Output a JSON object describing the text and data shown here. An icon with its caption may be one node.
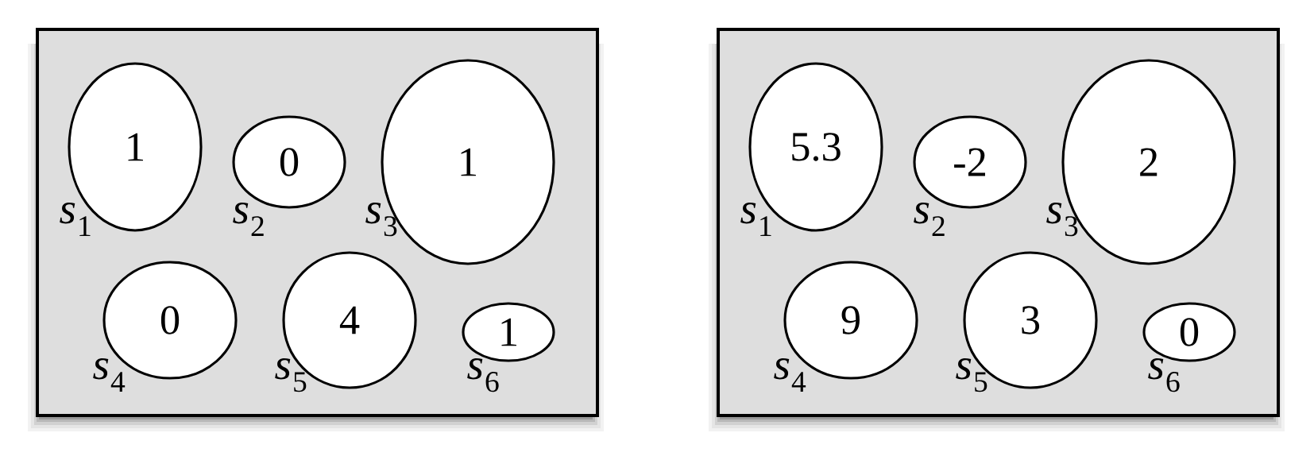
{
  "diagram": {
    "nodes": [
      {
        "text": [],
        "shape": "box"
      },
      {
        "text": [
          "1"
        ],
        "in": 0,
        "beside": [
          "*s*$_{1}$"
        ]
      },
      {
        "text": [
          "0"
        ],
        "in": 0,
        "beside": [
          "*s*$_{2}$"
        ]
      },
      {
        "text": [
          "1"
        ],
        "in": 0,
        "beside": [
          "*s*$_{3}$"
        ]
      },
      {
        "text": [
          "0"
        ],
        "in": 0,
        "beside": [
          "*s*$_{4}$"
        ]
      },
      {
        "text": [
          "4"
        ],
        "in": 0,
        "beside": [
          "*s*$_{5}$"
        ]
      },
      {
        "text": [
          "1"
        ],
        "in": 0,
        "beside": [
          "*s*$_{6}$"
        ]
      },
      {
        "text": [],
        "shape": "box"
      },
      {
        "text": [
          "5.3"
        ],
        "in": 7,
        "beside": [
          "*s*$_{1}$"
        ]
      },
      {
        "text": [
          "-2"
        ],
        "in": 7,
        "beside": [
          "*s*$_{2}$"
        ]
      },
      {
        "text": [
          "2"
        ],
        "in": 7,
        "beside": [
          "*s*$_{3}$"
        ]
      },
      {
        "text": [
          "9"
        ],
        "in": 7,
        "beside": [
          "*s*$_{4}$"
        ]
      },
      {
        "text": [
          "3"
        ],
        "in": 7,
        "beside": [
          "*s*$_{5}$"
        ]
      },
      {
        "text": [
          "0"
        ],
        "in": 7,
        "beside": [
          "*s*$_{6}$"
        ]
      }
    ]
  }
}
